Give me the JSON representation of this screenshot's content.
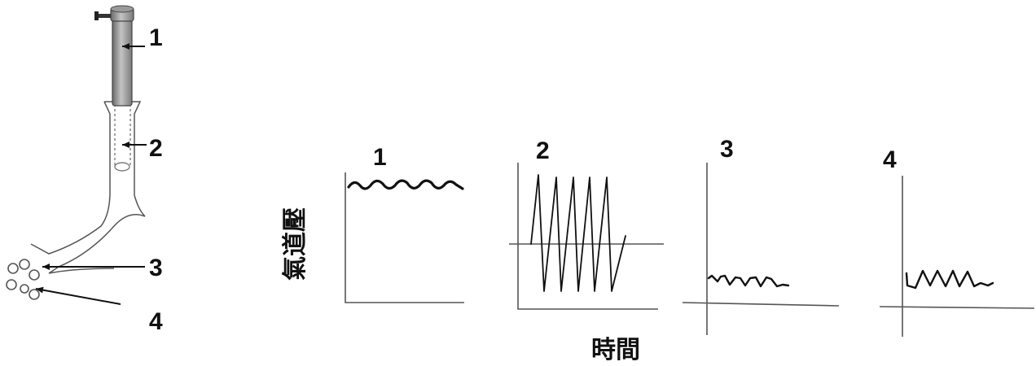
{
  "airway_diagram": {
    "markers": [
      "1",
      "2",
      "3",
      "4"
    ]
  },
  "graphs": {
    "ylabel": "氣道壓",
    "xlabel": "時間",
    "panels": [
      {
        "label": "1",
        "trace": "high-small-oscillation"
      },
      {
        "label": "2",
        "trace": "large-sawtooth"
      },
      {
        "label": "3",
        "trace": "low-small-oscillation"
      },
      {
        "label": "4",
        "trace": "low-sawtooth"
      }
    ]
  },
  "colors": {
    "ink": "#111111",
    "tube": "#888888",
    "axis": "#555555"
  }
}
